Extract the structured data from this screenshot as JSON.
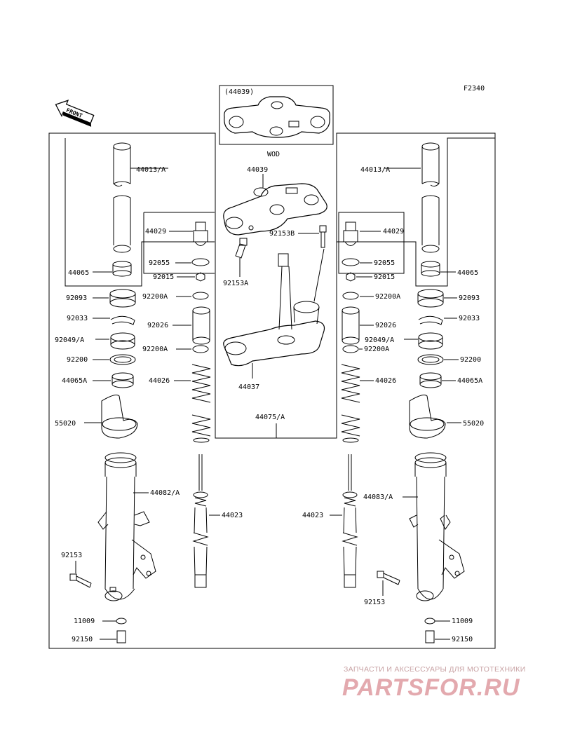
{
  "figure_code": "F2340",
  "front_arrow_label": "FRONT",
  "variant_box": {
    "ref": "(44039)",
    "label": "WOD"
  },
  "parts": {
    "p44039": "44039",
    "p92153B": "92153B",
    "p92153A": "92153A",
    "p44037": "44037",
    "p44075A": "44075/A",
    "p44013A_left": "44013/A",
    "p44013A_right": "44013/A",
    "p44065_left": "44065",
    "p44065_right": "44065",
    "p44029_left": "44029",
    "p44029_right": "44029",
    "p92055_left": "92055",
    "p92055_right": "92055",
    "p92015_left": "92015",
    "p92015_right": "92015",
    "p92093_left": "92093",
    "p92093_right": "92093",
    "p92200A_left_top": "92200A",
    "p92200A_right_top": "92200A",
    "p92033_left": "92033",
    "p92033_right": "92033",
    "p92026_left": "92026",
    "p92026_right": "92026",
    "p92049A_left": "92049/A",
    "p92049A_right": "92049/A",
    "p92200A_left_bot": "92200A",
    "p92200A_right_bot": "92200A",
    "p92200_left": "92200",
    "p92200_right": "92200",
    "p44065A_left": "44065A",
    "p44065A_right": "44065A",
    "p44026_left": "44026",
    "p44026_right": "44026",
    "p55020_left": "55020",
    "p55020_right": "55020",
    "p44082A": "44082/A",
    "p44083A": "44083/A",
    "p44023_left": "44023",
    "p44023_right": "44023",
    "p92153_left": "92153",
    "p92153_right": "92153",
    "p11009_left": "11009",
    "p11009_right": "11009",
    "p92150_left": "92150",
    "p92150_right": "92150"
  },
  "watermark": {
    "subtitle": "ЗАПЧАСТИ И АКСЕССУАРЫ ДЛЯ МОТОТЕХНИКИ",
    "logo": "PARTSFOR.RU"
  }
}
